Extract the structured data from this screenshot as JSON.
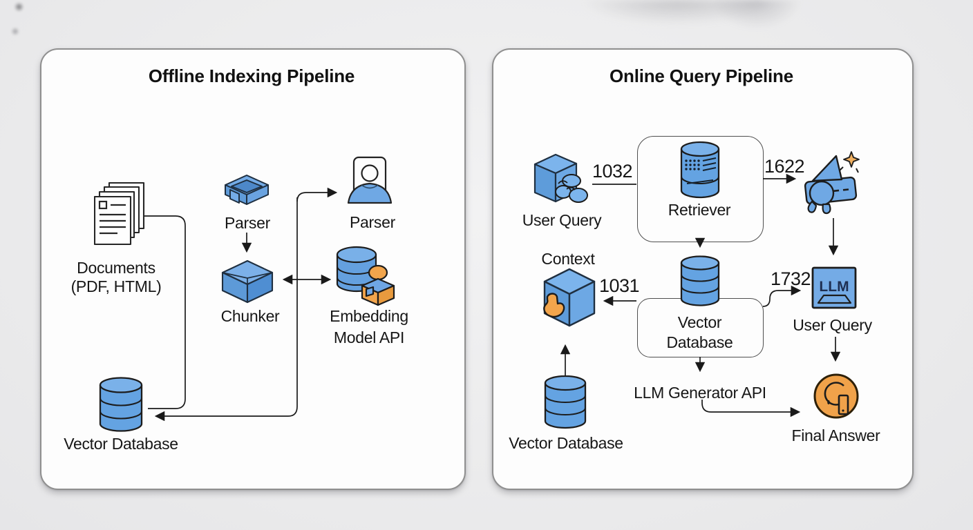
{
  "palette": {
    "background": "#ededee",
    "panel_fill": "#fdfdfd",
    "panel_border": "#8f8f8f",
    "line": "#1a1a1a",
    "blue": "#6aa5e2",
    "blue_light": "#7cb4ec",
    "blue_dark": "#5e9cda",
    "orange": "#f0a24a",
    "text": "#161616"
  },
  "left_panel": {
    "title": "Offline Indexing Pipeline",
    "documents_label_line1": "Documents",
    "documents_label_line2": "(PDF, HTML)",
    "parser_box_label": "Parser",
    "parser_person_label": "Parser",
    "chunker_label": "Chunker",
    "embedding_label_line1": "Embedding",
    "embedding_label_line2": "Model API",
    "vector_db_label": "Vector Database"
  },
  "right_panel": {
    "title": "Online Query Pipeline",
    "user_query_label": "User Query",
    "retriever_label": "Retriever",
    "context_label": "Context",
    "vector_db_box_line1": "Vector",
    "vector_db_box_line2": "Database",
    "llm_icon_text": "LLM",
    "llm_caption": "User Query",
    "vector_db_bottom_label": "Vector Database",
    "llm_generator_label": "LLM Generator API",
    "final_answer_label": "Final Answer",
    "edge_labels": {
      "user_query_to_retriever": "1032",
      "retriever_to_rewriter": "1622",
      "vector_db_to_context": "1031",
      "vector_db_to_llm": "1732"
    }
  }
}
